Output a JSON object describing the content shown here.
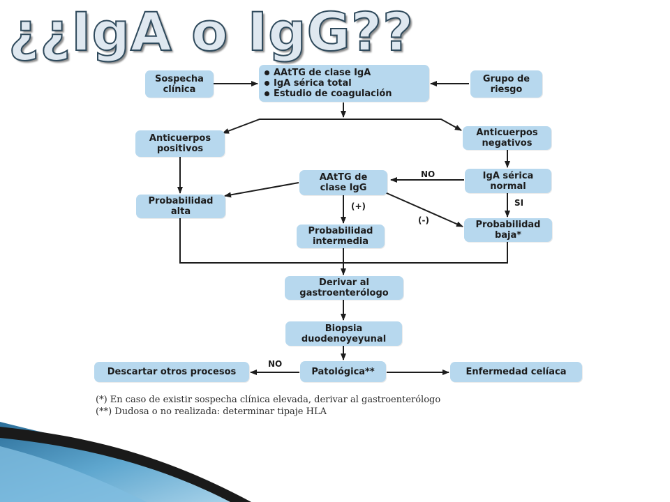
{
  "slide": {
    "title": "¿¿IgA o IgG??"
  },
  "nodes": {
    "sospecha": "Sospecha\nclínica",
    "grupo": "Grupo de\nriesgo",
    "tests": [
      "AAtTG de clase IgA",
      "IgA sérica total",
      "Estudio de coagulación"
    ],
    "ac_positivos": "Anticuerpos\npositivos",
    "ac_negativos": "Anticuerpos\nnegativos",
    "aatg_igg": "AAtTG de\nclase IgG",
    "iga_normal": "IgA sérica\nnormal",
    "prob_alta": "Probabilidad\nalta",
    "prob_intermedia": "Probabilidad\nintermedia",
    "prob_baja": "Probabilidad\nbaja*",
    "derivar": "Derivar al\ngastroenterólogo",
    "biopsia": "Biopsia\nduodenoyeyunal",
    "patologica": "Patológica**",
    "descartar": "Descartar otros procesos",
    "celiaca": "Enfermedad celíaca"
  },
  "edge_labels": {
    "no_igg": "NO",
    "si": "SI",
    "plus": "(+)",
    "minus": "(-)",
    "no_pato": "NO"
  },
  "footnotes": [
    "(*) En caso de existir sospecha clínica elevada, derivar al gastroenterólogo",
    "(**) Dudosa o no realizada: determinar tipaje HLA"
  ],
  "colors": {
    "box_fill": "#b7d8ee",
    "arrow": "#1c1c1c",
    "title_fill": "#dfe8f0",
    "title_stroke": "#2f4a5c"
  }
}
